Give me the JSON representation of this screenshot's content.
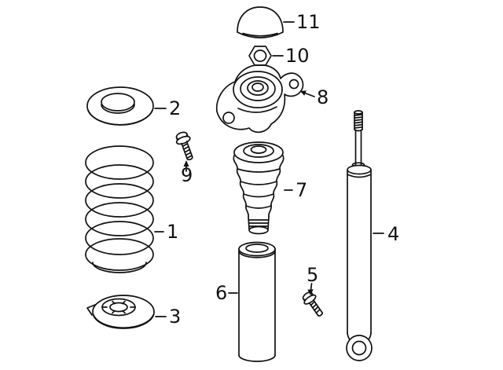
{
  "diagram": {
    "type": "parts-diagram",
    "subject": "rear-suspension-shock-and-spring",
    "background_color": "#ffffff",
    "line_color": "#111111",
    "callouts": [
      {
        "label": "1",
        "part": "coil-spring"
      },
      {
        "label": "2",
        "part": "upper-spring-seat"
      },
      {
        "label": "3",
        "part": "lower-spring-seat"
      },
      {
        "label": "4",
        "part": "shock-absorber"
      },
      {
        "label": "5",
        "part": "lower-mount-bolt"
      },
      {
        "label": "6",
        "part": "dust-boot"
      },
      {
        "label": "7",
        "part": "bump-stop"
      },
      {
        "label": "8",
        "part": "strut-mount"
      },
      {
        "label": "9",
        "part": "mount-bolt"
      },
      {
        "label": "10",
        "part": "lock-nut"
      },
      {
        "label": "11",
        "part": "cap"
      }
    ]
  }
}
